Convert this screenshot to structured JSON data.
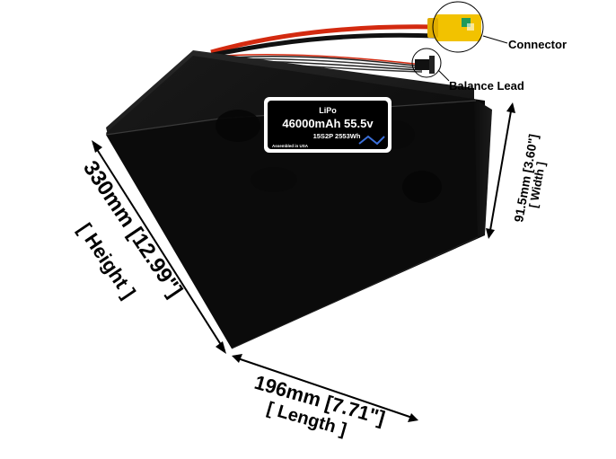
{
  "label": {
    "chemistry": "LiPo",
    "capacity_voltage": "46000mAh 55.5v",
    "config_energy": "15S2P 2553Wh",
    "assembled_note": "Assembled in USA"
  },
  "callouts": {
    "connector": "Connector",
    "balance_lead": "Balance Lead"
  },
  "dimensions": {
    "height_value": "330mm [12.99\"]",
    "height_label": "[ Height ]",
    "length_value": "196mm [7.71\"]",
    "length_label": "[ Length ]",
    "width_value": "91.5mm [3.60\"]",
    "width_label": "[ Width ]"
  },
  "colors": {
    "battery_body": "#0a0a0a",
    "connector_yellow": "#f2c200",
    "wire_red": "#d32a10",
    "label_background": "#ffffff"
  }
}
